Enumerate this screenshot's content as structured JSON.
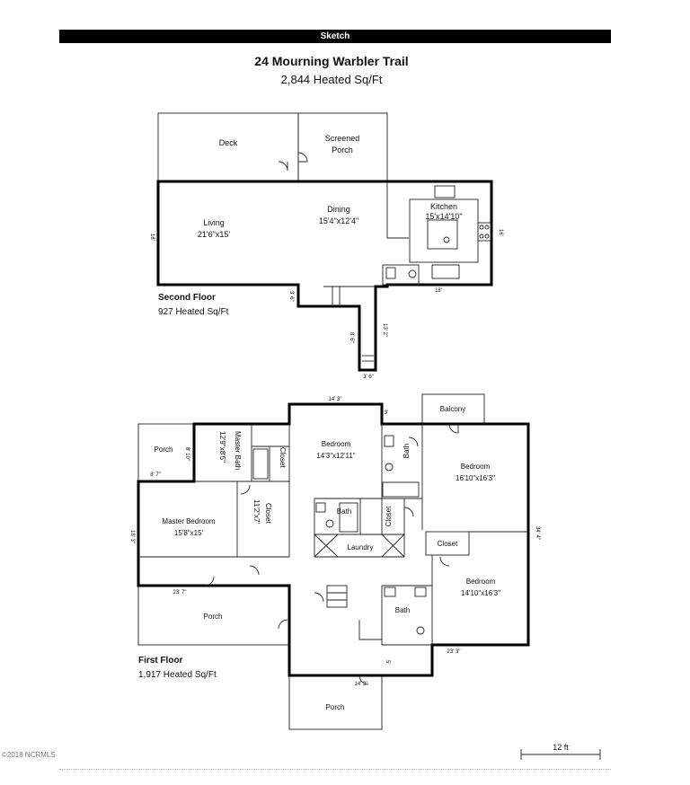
{
  "header": {
    "label": "Sketch"
  },
  "property": {
    "address": "24 Mourning Warbler Trail",
    "total_area": "2,844 Heated Sq/Ft"
  },
  "second_floor": {
    "title": "Second Floor",
    "area": "927 Heated Sq/Ft",
    "rooms": {
      "deck": "Deck",
      "screened_1": "Screened",
      "screened_2": "Porch",
      "dining": "Dining",
      "dining_dim": "15'4\"x12'4\"",
      "living": "Living",
      "living_dim": "21'6\"x15'",
      "kitchen": "Kitchen",
      "kitchen_dim": "15'x14'10\""
    },
    "dims": {
      "left": "18'",
      "right": "16'",
      "bottom": "18'",
      "step": "3' 6\"",
      "stair_h": "8' 6\"",
      "stair_v": "13' 2\"",
      "stair_w": "3' 6\""
    }
  },
  "first_floor": {
    "title": "First Floor",
    "area": "1,917 Heated Sq/Ft",
    "rooms": {
      "balcony": "Balcony",
      "porch_nw": "Porch",
      "master_bath": "Master Bath",
      "master_bath_dim": "12'9\"x8'5\"",
      "closet_mb": "Closet",
      "bedroom_center": "Bedroom",
      "bedroom_center_dim": "14'3\"x12'11\"",
      "bath_center": "Bath",
      "bedroom_ne": "Bedroom",
      "bedroom_ne_dim": "16'10\"x16'3\"",
      "master_bedroom": "Master Bedroom",
      "master_bedroom_dim": "15'8\"x15'",
      "closet_master": "Closet",
      "closet_master_dim": "11'2\"x7'",
      "bath_mid": "Bath",
      "closet_mid": "Closet",
      "laundry": "Laundry",
      "closet_se": "Closet",
      "bedroom_se": "Bedroom",
      "bedroom_se_dim": "14'10\"x16'3\"",
      "porch_w": "Porch",
      "bath_s": "Bath",
      "porch_s": "Porch"
    },
    "dims": {
      "top": "14' 3\"",
      "top_small": "3'",
      "porch_h": "8' 10\"",
      "porch_w": "8' 7\"",
      "left": "18' 3\"",
      "right": "34' 4\"",
      "porch_w_bottom": "23' 7\"",
      "right_bottom": "23' 3\"",
      "small_5": "5'",
      "bottom": "14' 3\""
    }
  },
  "scale": {
    "label": "12 ft"
  },
  "copyright": "©2018 NCRMLS"
}
